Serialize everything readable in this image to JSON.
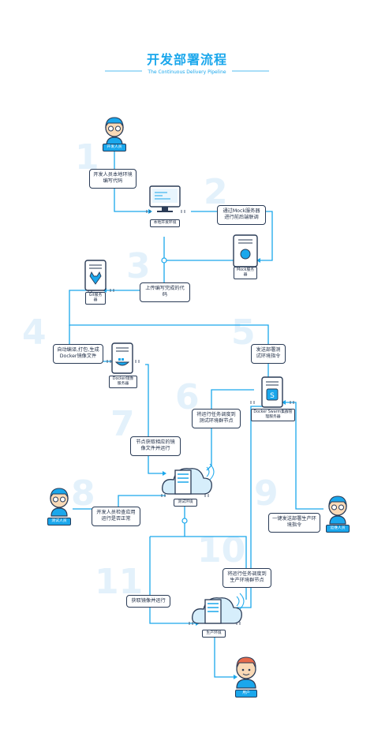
{
  "header": {
    "title": "开发部署流程",
    "subtitle": "The Continuous Delivery Pipeline"
  },
  "steps": [
    "1",
    "2",
    "3",
    "4",
    "5",
    "6",
    "7",
    "8",
    "9",
    "10",
    "11"
  ],
  "roles": {
    "developer": "开发人员",
    "tester": "测试人员",
    "ops": "运维人员",
    "user": "用户"
  },
  "nodes": {
    "local_env": "本地开发环境",
    "mock_server": "Mock服务器",
    "git_server": "Git服务器",
    "docker_registry": "Docker镜像服务器",
    "docker_swarm": "Docker Swarm集群管理服务器",
    "test_env": "测试环境",
    "prod_env": "生产环境"
  },
  "notes": {
    "n1": "开发人员本地环境编写代码",
    "n2": "通过Mock服务器进行前后端联调",
    "n3": "上传编写完成的代码",
    "n4": "自动编译,打包,生成Docker镜像文件",
    "n5": "发送部署测试环境指令",
    "n6": "将运行任务调度到测试环境群节点",
    "n7": "节点获取相应的镜像文件并运行",
    "n8": "开发人员检查应用运行是否正常",
    "n9": "一键发送部署生产环境指令",
    "n10": "将运行任务调度到生产环境群节点",
    "n11": "获取镜像并运行"
  },
  "colors": {
    "accent": "#1aa7ec",
    "outline": "#2a3b56",
    "step_numbers": "#e3f1fb",
    "skin": "#f9d9b6",
    "user_hair": "#e76a4b"
  }
}
